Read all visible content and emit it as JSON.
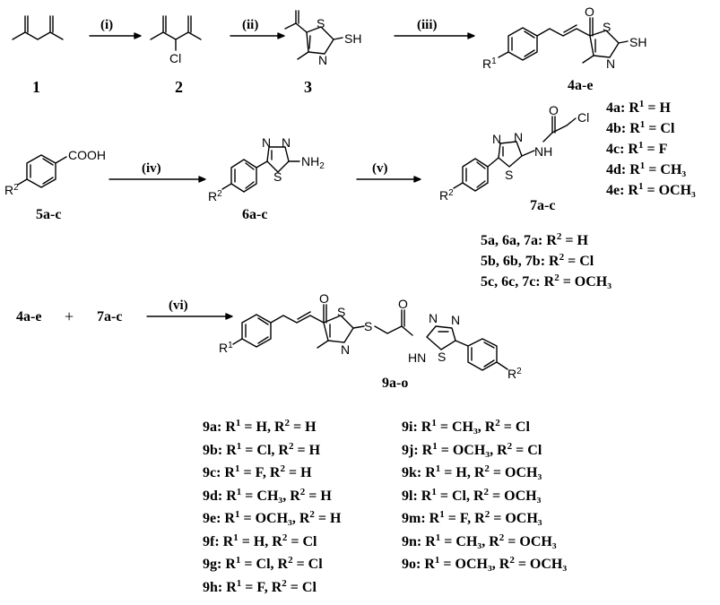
{
  "scheme": {
    "steps": [
      "(i)",
      "(ii)",
      "(iii)",
      "(iv)",
      "(v)",
      "(vi)"
    ],
    "compounds": {
      "c1": "1",
      "c2": "2",
      "c3": "3",
      "c4": "4a-e",
      "c5": "5a-c",
      "c6": "6a-c",
      "c7": "7a-c",
      "c9": "9a-o",
      "plus_a": "4a-e",
      "plus_b": "7a-c",
      "plus_sign": "+"
    },
    "atoms": {
      "cl": "Cl",
      "sh": "SH",
      "s": "S",
      "n": "N",
      "o": "O",
      "cooh": "COOH",
      "nh2": "NH",
      "nh2_sub": "2",
      "nh": "NH",
      "hn": "HN",
      "r1": "R",
      "r1_sup": "1",
      "r2": "R",
      "r2_sup": "2"
    },
    "subst4": [
      {
        "id": "4a",
        "r": "1",
        "val": "H"
      },
      {
        "id": "4b",
        "r": "1",
        "val": "Cl"
      },
      {
        "id": "4c",
        "r": "1",
        "val": "F"
      },
      {
        "id": "4d",
        "r": "1",
        "val": "CH₃"
      },
      {
        "id": "4e",
        "r": "1",
        "val": "OCH₃"
      }
    ],
    "subst7": [
      {
        "id": "5a, 6a, 7a",
        "r": "2",
        "val": "H"
      },
      {
        "id": "5b, 6b, 7b",
        "r": "2",
        "val": "Cl"
      },
      {
        "id": "5c, 6c, 7c",
        "r": "2",
        "val": "OCH₃"
      }
    ],
    "subst9_left": [
      {
        "id": "9a",
        "r1": "H",
        "r2": "H"
      },
      {
        "id": "9b",
        "r1": "Cl",
        "r2": "H"
      },
      {
        "id": "9c",
        "r1": "F",
        "r2": "H"
      },
      {
        "id": "9d",
        "r1": "CH₃",
        "r2": "H"
      },
      {
        "id": "9e",
        "r1": "OCH₃",
        "r2": "H"
      },
      {
        "id": "9f",
        "r1": "H",
        "r2": "Cl"
      },
      {
        "id": "9g",
        "r1": "Cl",
        "r2": "Cl"
      },
      {
        "id": "9h",
        "r1": "F",
        "r2": "Cl"
      }
    ],
    "subst9_right": [
      {
        "id": "9i",
        "r1": "CH₃",
        "r2": "Cl"
      },
      {
        "id": "9j",
        "r1": "OCH₃",
        "r2": "Cl"
      },
      {
        "id": "9k",
        "r1": "H",
        "r2": "OCH₃"
      },
      {
        "id": "9l",
        "r1": "Cl",
        "r2": "OCH₃"
      },
      {
        "id": "9m",
        "r1": "F",
        "r2": "OCH₃"
      },
      {
        "id": "9n",
        "r1": "CH₃",
        "r2": "OCH₃"
      },
      {
        "id": "9o",
        "r1": "OCH₃",
        "r2": "OCH₃"
      }
    ]
  }
}
